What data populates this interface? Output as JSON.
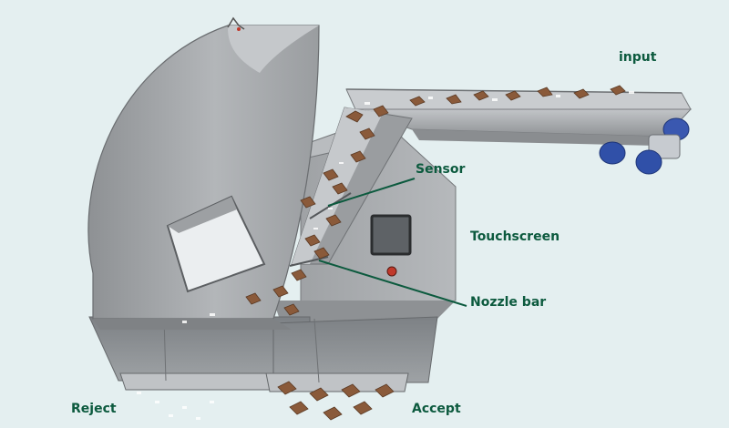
{
  "labels": {
    "input": "input",
    "sensor": "Sensor",
    "touchscreen": "Touchscreen",
    "nozzle_bar": "Nozzle bar",
    "reject": "Reject",
    "accept": "Accept"
  },
  "colors": {
    "background": "#e4eff0",
    "label_text": "#0c5a3e",
    "leader_line": "#0c5a3e",
    "machine_gray": "#a3a6a9",
    "product_brown": "#8a5a3a",
    "roller_blue": "#3050a8",
    "emergency_stop": "#c0392b"
  }
}
